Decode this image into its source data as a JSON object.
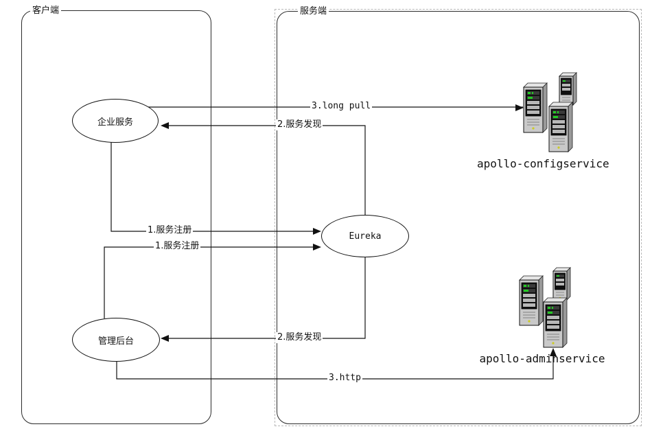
{
  "diagram": {
    "title_implied": "Apollo service discovery architecture",
    "groups": {
      "client": {
        "label": "客户端"
      },
      "server": {
        "label": "服务端"
      }
    },
    "nodes": {
      "enterprise": {
        "label": "企业服务",
        "shape": "ellipse"
      },
      "admin_portal": {
        "label": "管理后台",
        "shape": "ellipse"
      },
      "eureka": {
        "label": "Eureka",
        "shape": "ellipse"
      },
      "configservice": {
        "label": "apollo-configservice",
        "shape": "server-cluster",
        "server_count": 3
      },
      "adminservice": {
        "label": "apollo-adminservice",
        "shape": "server-cluster",
        "server_count": 3
      }
    },
    "edges": [
      {
        "label": "3.long pull",
        "from": "enterprise",
        "to": "configservice"
      },
      {
        "label": "2.服务发现",
        "from": "eureka",
        "to": "enterprise"
      },
      {
        "label": "1.服务注册",
        "from": "enterprise",
        "to": "eureka"
      },
      {
        "label": "1.服务注册",
        "from": "admin_portal",
        "to": "eureka"
      },
      {
        "label": "2.服务发现",
        "from": "eureka",
        "to": "admin_portal"
      },
      {
        "label": "3.http",
        "from": "admin_portal",
        "to": "adminservice"
      }
    ],
    "colors": {
      "line": "#111111",
      "background": "#ffffff",
      "server_body": "#c9c9c9",
      "server_top": "#e6e6e6",
      "server_side": "#9a9a9a",
      "server_panel": "#101010",
      "server_led_green": "#22cc22",
      "server_led_yellow": "#cccc22",
      "marquee": "#b8b8b8"
    }
  }
}
